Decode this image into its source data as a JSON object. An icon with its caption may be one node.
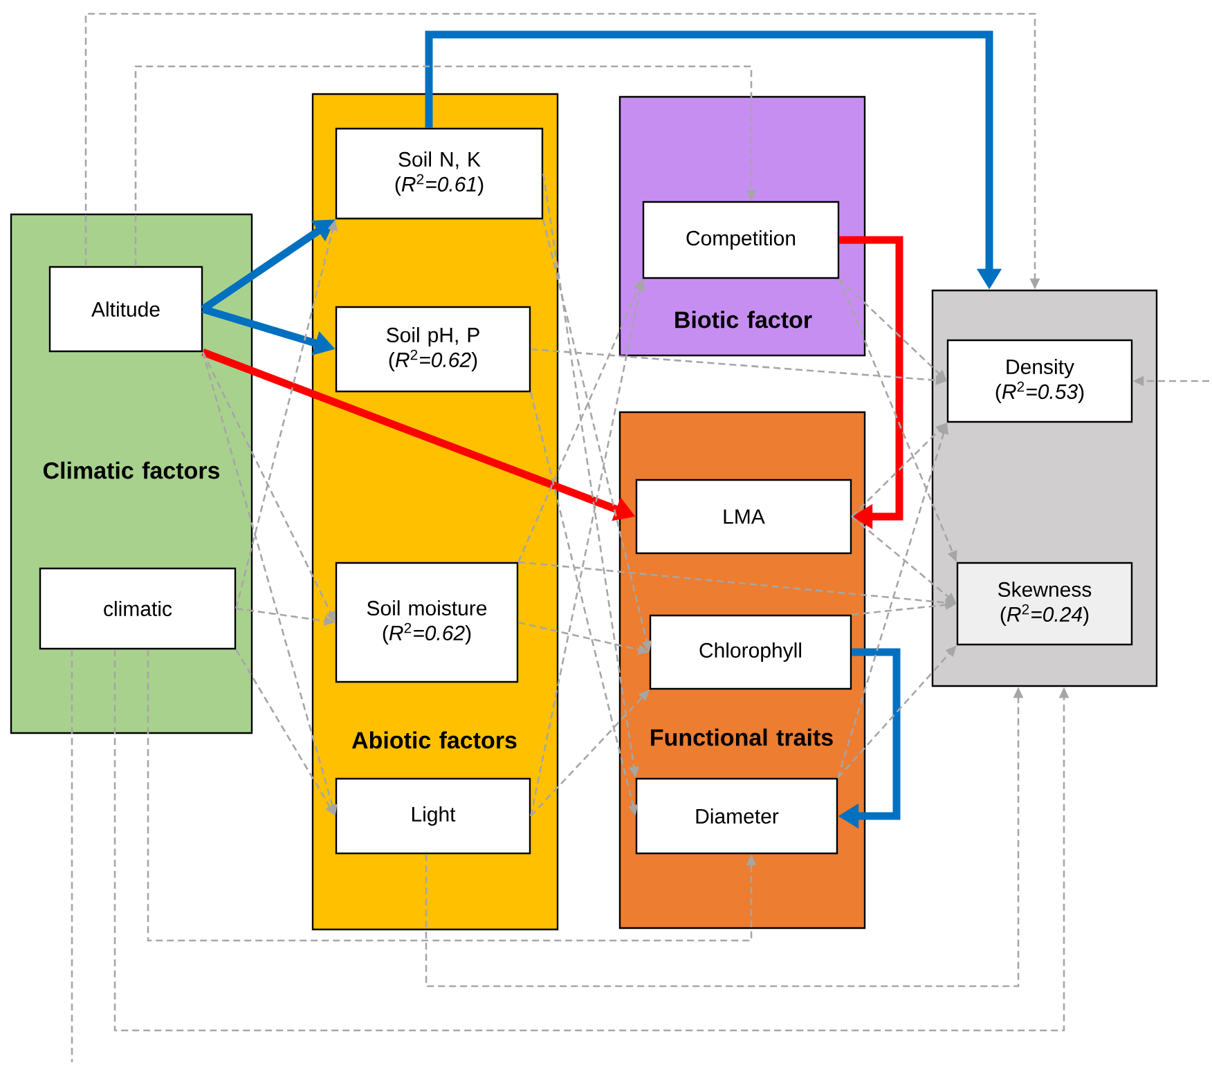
{
  "diagram": {
    "nodes": [
      {
        "text": [
          "Climatic factors"
        ]
      },
      {
        "text": [
          "Altitude"
        ],
        "in": 0
      },
      {
        "text": [
          "climatic"
        ],
        "in": 0
      },
      {
        "text": [
          "Abiotic factors"
        ]
      },
      {
        "text": [
          "Soil N, K (*R*$^{2}$*=0.61*)"
        ],
        "in": 3
      },
      {
        "text": [
          "Soil pH, P (*R*$^{2}$*=0.62*)"
        ],
        "in": 3
      },
      {
        "text": [
          "Soil moisture (*R*$^{2}$*=0.62*)"
        ],
        "in": 3
      },
      {
        "text": [
          "Light"
        ],
        "in": 3
      },
      {
        "text": [
          "Biotic factor"
        ]
      },
      {
        "text": [
          "Competition"
        ],
        "in": 8
      },
      {
        "text": [
          "Functional traits"
        ]
      },
      {
        "text": [
          "LMA"
        ],
        "in": 10
      },
      {
        "text": [
          "Chlorophyll"
        ],
        "in": 10
      },
      {
        "text": [
          "Diameter"
        ],
        "in": 10
      },
      {
        "text": [],
        "shape": "box"
      },
      {
        "text": [
          "Density (*R*$^{2}$*=0.53*)"
        ],
        "in": 14
      },
      {
        "text": [
          "Skewness (*R*$^{2}$*=0.24*)"
        ],
        "in": 14
      }
    ],
    "edges": [
      {
        "from": 1,
        "to": 4,
        "arrow": "to",
        "style": "thick",
        "color": "#0070c0"
      },
      {
        "from": 1,
        "to": 5,
        "arrow": "to",
        "style": "thick",
        "color": "#0070c0"
      },
      {
        "from": 1,
        "to": 11,
        "arrow": "to",
        "style": "thick",
        "color": "#ff0000"
      },
      {
        "from": 4,
        "to": 14,
        "arrow": "to",
        "style": "thick",
        "color": "#0070c0"
      },
      {
        "from": 9,
        "to": 11,
        "arrow": "to",
        "style": "thick",
        "color": "#ff0000"
      },
      {
        "from": 12,
        "to": 13,
        "arrow": "to",
        "style": "thick",
        "color": "#0070c0"
      },
      {
        "from": 1,
        "to": 14,
        "arrow": "to",
        "style": "dashed"
      },
      {
        "from": 1,
        "to": 9,
        "arrow": "to",
        "style": "dashed"
      },
      {
        "from": 2,
        "to": 13,
        "arrow": "to",
        "style": "dashed"
      },
      {
        "from": 7,
        "to": 14,
        "arrow": "to",
        "style": "dashed"
      },
      {
        "from": 2,
        "to": 14,
        "arrow": "to",
        "style": "dashed"
      },
      {
        "from": 2,
        "to": null,
        "arrow": "none",
        "style": "dashed"
      },
      {
        "from": null,
        "to": 15,
        "arrow": "to",
        "style": "dashed"
      },
      {
        "from": 1,
        "to": 6,
        "arrow": "to",
        "style": "dashed"
      },
      {
        "from": 1,
        "to": 7,
        "arrow": "to",
        "style": "dashed"
      },
      {
        "from": 2,
        "to": 4,
        "arrow": "to",
        "style": "dashed"
      },
      {
        "from": 2,
        "to": 6,
        "arrow": "to",
        "style": "dashed"
      },
      {
        "from": 2,
        "to": 7,
        "arrow": "to",
        "style": "dashed"
      },
      {
        "from": 4,
        "to": 12,
        "arrow": "to",
        "style": "dashed"
      },
      {
        "from": 4,
        "to": 13,
        "arrow": "to",
        "style": "dashed"
      },
      {
        "from": 5,
        "to": 15,
        "arrow": "to",
        "style": "dashed"
      },
      {
        "from": 5,
        "to": 13,
        "arrow": "to",
        "style": "dashed"
      },
      {
        "from": 6,
        "to": 16,
        "arrow": "to",
        "style": "dashed"
      },
      {
        "from": 6,
        "to": 9,
        "arrow": "to",
        "style": "dashed"
      },
      {
        "from": 6,
        "to": 12,
        "arrow": "to",
        "style": "dashed"
      },
      {
        "from": 7,
        "to": 9,
        "arrow": "to",
        "style": "dashed"
      },
      {
        "from": 7,
        "to": 12,
        "arrow": "to",
        "style": "dashed"
      },
      {
        "from": 9,
        "to": 15,
        "arrow": "to",
        "style": "dashed"
      },
      {
        "from": 9,
        "to": 16,
        "arrow": "to",
        "style": "dashed"
      },
      {
        "from": 11,
        "to": 15,
        "arrow": "to",
        "style": "dashed"
      },
      {
        "from": 11,
        "to": 16,
        "arrow": "to",
        "style": "dashed"
      },
      {
        "from": 12,
        "to": 16,
        "arrow": "to",
        "style": "dashed"
      },
      {
        "from": 13,
        "to": 15,
        "arrow": "to",
        "style": "dashed"
      },
      {
        "from": 13,
        "to": 16,
        "arrow": "to",
        "style": "dashed"
      }
    ]
  }
}
